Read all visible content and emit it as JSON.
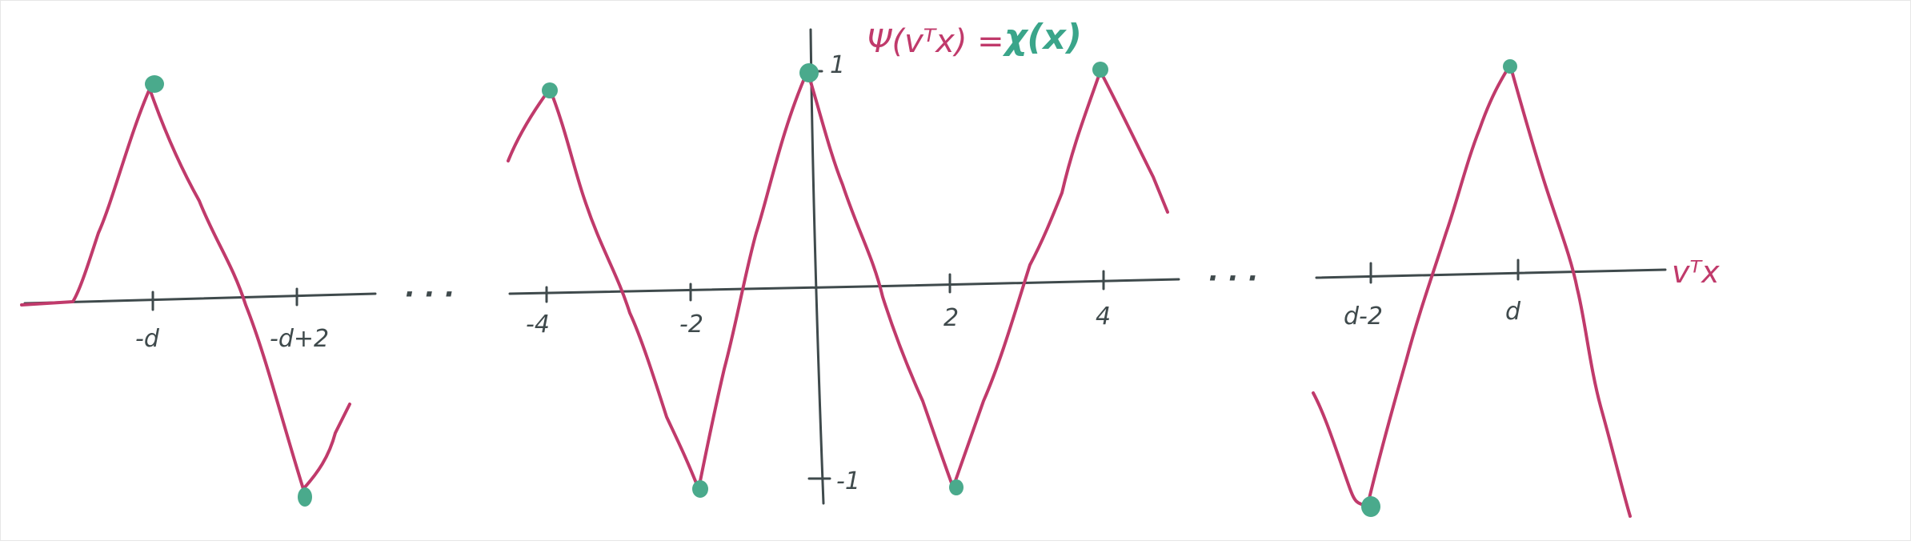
{
  "colors": {
    "axis": "#3f4a4c",
    "wave": "#c03a6b",
    "dot": "#4aaa8c",
    "formula_psi": "#c03a6b",
    "formula_chi": "#3aa58a"
  },
  "labels": {
    "formula_lhs": "Ψ(vᵀx) =",
    "formula_rhs": "χ(x)",
    "x_axis_label": "vᵀx",
    "y_tick_pos": "1",
    "y_tick_neg": "-1",
    "ellipsis_left": "· · ·",
    "ellipsis_right": "· · ·"
  },
  "ticks": {
    "left": [
      "-d",
      "-d+2"
    ],
    "middle": [
      "-4",
      "-2",
      "2",
      "4"
    ],
    "right": [
      "d-2",
      "d"
    ]
  }
}
